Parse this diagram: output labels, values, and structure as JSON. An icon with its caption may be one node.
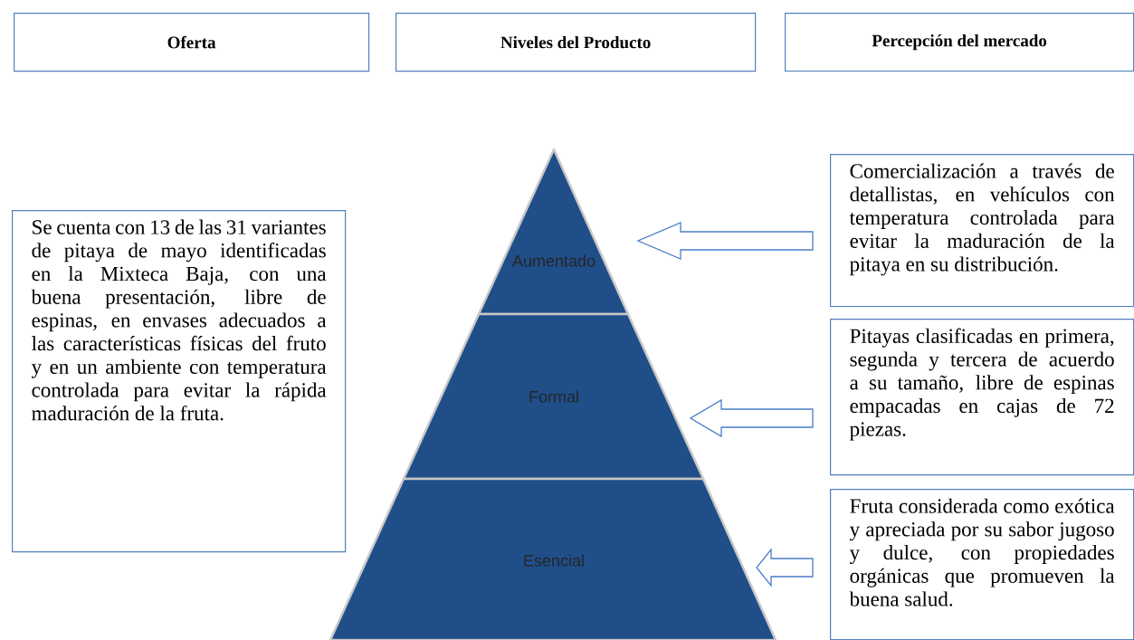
{
  "diagram": {
    "nodes": [
      {
        "text": [
          "Oferta"
        ]
      },
      {
        "text": [
          "Niveles del Producto"
        ]
      },
      {
        "text": [
          "Percepción del mercado"
        ]
      },
      {
        "text": [
          "Se cuenta con 13 de las 31 variantes de pitaya de mayo identificadas en la Mixteca Baja, con una buena presentación, libre de espinas, en envases adecuados a las características físicas del fruto y en un ambiente con temperatura controlada para evitar la rápida maduración de la fruta."
        ]
      },
      {
        "text": [
          "Aumentado"
        ]
      },
      {
        "text": [
          "Formal"
        ]
      },
      {
        "text": [
          "Esencial"
        ]
      },
      {
        "text": [
          "Comercialización a través de detallistas, en vehículos con temperatura controlada para evitar la maduración de la pitaya en su distribución."
        ]
      },
      {
        "text": [
          "Pitayas clasificadas en primera, segunda y tercera de acuerdo a su tamaño, libre de espinas empacadas en cajas de 72 piezas."
        ]
      },
      {
        "text": [
          "Fruta considerada como exótica y apreciada por su sabor jugoso y dulce, con propiedades orgánicas que promueven la buena salud."
        ]
      }
    ],
    "edges": [
      {
        "from": 7,
        "to": 4,
        "arrow": "to"
      },
      {
        "from": 8,
        "to": 5,
        "arrow": "to"
      },
      {
        "from": 9,
        "to": 6,
        "arrow": "to"
      }
    ]
  }
}
